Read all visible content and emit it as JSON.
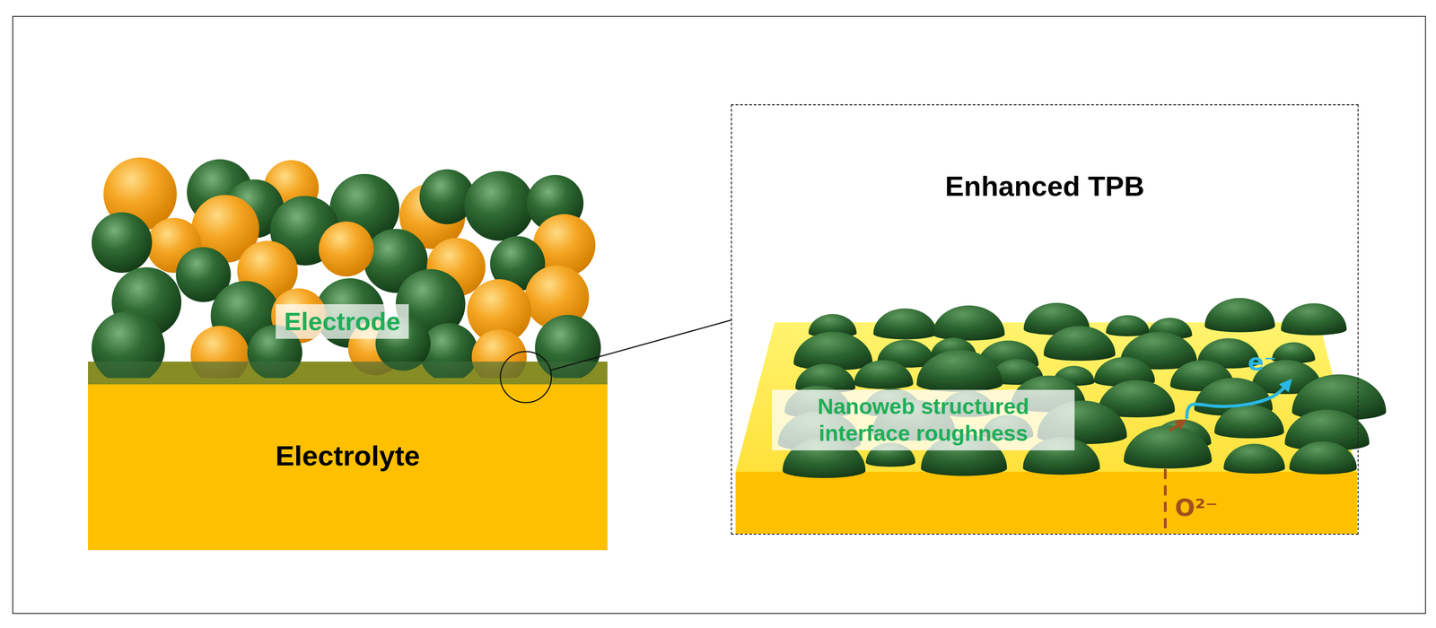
{
  "diagram": {
    "nodes": [
      {
        "text": [
          "Electrode"
        ]
      },
      {
        "text": [
          "Electrolyte"
        ]
      },
      {
        "text": [
          "Enhanced TPB"
        ]
      },
      {
        "text": [
          "Nanoweb structured interface roughness"
        ],
        "in": 2
      }
    ],
    "labels": [
      "e⁻",
      "O²⁻"
    ]
  }
}
